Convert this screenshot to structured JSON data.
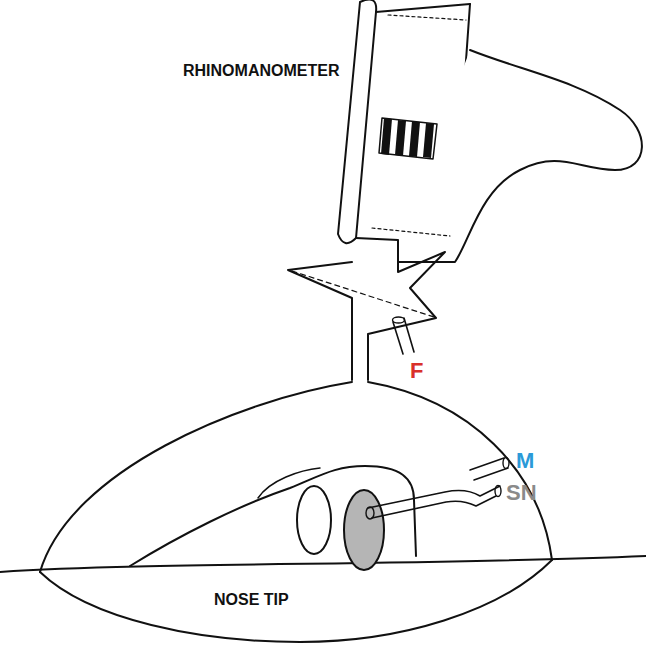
{
  "diagram": {
    "labels": [
      "RHINOMANOMETER",
      "F",
      "M",
      "SN",
      "NOSE TIP"
    ]
  }
}
